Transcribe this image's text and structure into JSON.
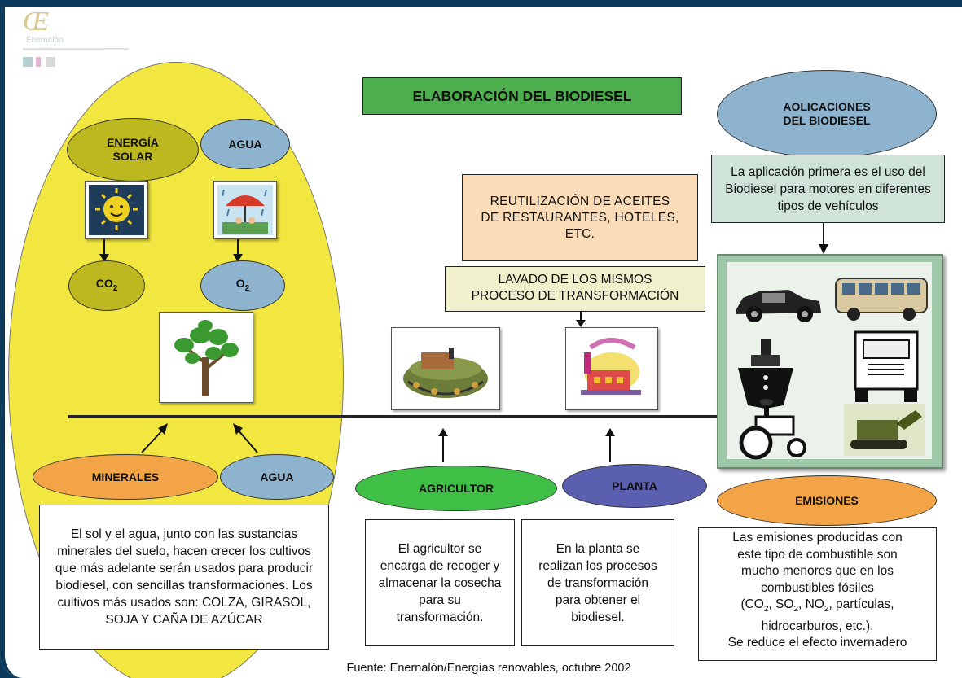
{
  "colors": {
    "frame": "#0b3a5c",
    "egg": "#f2e640",
    "olive": "#bdb820",
    "blue_ellipse": "#8db3cf",
    "orange": "#f2a446",
    "green": "#3fbf45",
    "purple_blue": "#5a5fb0",
    "title_green": "#4cae4c",
    "peach": "#fbdcb8",
    "cream": "#f0f0cc",
    "teal_box": "#cfe3d8",
    "vehicles_panel": "#9fc8a8"
  },
  "logo": {
    "mark": "Œ",
    "name": "Enernalón"
  },
  "title": "ELABORACIÓN DEL BIODIESEL",
  "applications": {
    "label_line1": "AOLICACIONES",
    "label_line2": "DEL BIODIESEL",
    "description": "La aplicación primera es el uso del Biodiesel para motores en diferentes tipos de vehículos"
  },
  "egg": {
    "energia_line1": "ENERGÍA",
    "energia_line2": "SOLAR",
    "agua_top": "AGUA",
    "co2_base": "CO",
    "co2_sub": "2",
    "o2_base": "O",
    "o2_sub": "2"
  },
  "reuse_box": "REUTILIZACIÓN DE ACEITES DE RESTAURANTES, HOTELES, ETC.",
  "wash_box_line1": "LAVADO DE LOS MISMOS",
  "wash_box_line2": "PROCESO DE TRANSFORMACIÓN",
  "labels": {
    "minerales": "MINERALES",
    "agua_bottom": "AGUA",
    "agricultor": "AGRICULTOR",
    "planta": "PLANTA",
    "emisiones": "EMISIONES"
  },
  "texts": {
    "egg_description": "El sol y el agua, junto con las sustancias minerales del suelo, hacen crecer los cultivos que más adelante serán usados para producir biodiesel, con sencillas transformaciones. Los cultivos más usados son: COLZA, GIRASOL, SOJA Y CAÑA DE AZÚCAR",
    "agricultor_description": "El agricultor se encarga de recoger y almacenar la cosecha para su transformación.",
    "planta_description": "En la planta se realizan los procesos de transformación para obtener el biodiesel.",
    "emisiones_line1": "Las emisiones producidas con este tipo de combustible son mucho menores que en los combustibles fósiles",
    "emisiones_co": "(CO",
    "emisiones_so": ", SO",
    "emisiones_no": ", NO",
    "emisiones_sub": "2",
    "emisiones_tail": ", partículas, hidrocarburos, etc.).",
    "emisiones_last": "Se reduce el efecto invernadero"
  },
  "icons": [
    "sun-icon",
    "rain-icon",
    "tree-icon",
    "harvester-icon",
    "factory-icon",
    "car-icon",
    "bus-icon",
    "ship-icon",
    "truck-icon",
    "tractor-icon",
    "excavator-icon"
  ],
  "source": "Fuente: Enernalón/Energías renovables, octubre 2002"
}
